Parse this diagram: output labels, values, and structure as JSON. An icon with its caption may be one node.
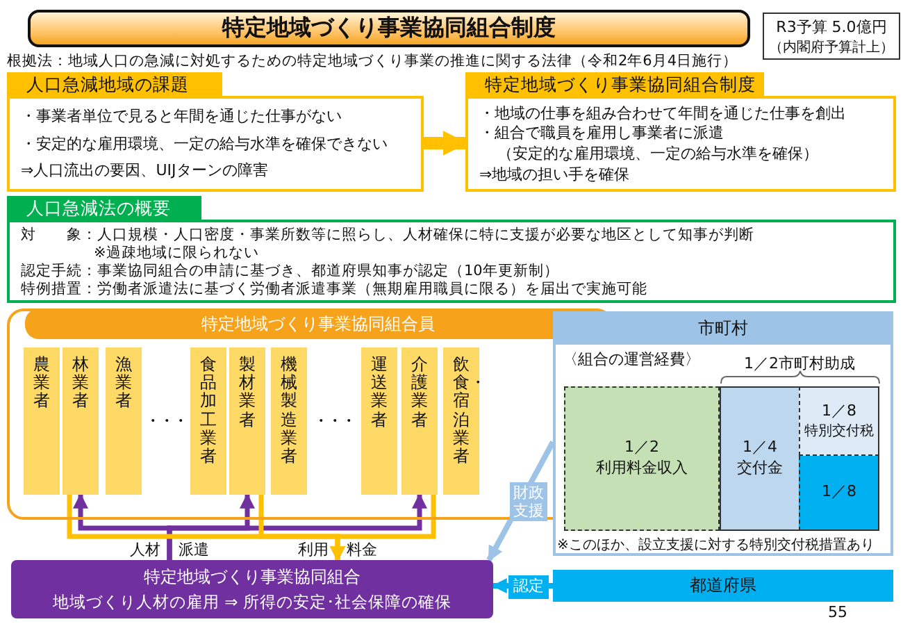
{
  "diagram": {
    "nodes": [
      {
        "text": [
          "特定地域づくり事業協同組合制度"
        ]
      },
      {
        "text": [
          "R3予算 5.0億円",
          "（内閣府予算計上）"
        ]
      },
      {
        "text": [
          "人口急減地域の課題",
          "・事業者単位で見ると年間を通じた仕事がない",
          "・安定的な雇用環境、一定の給与水準を確保できない",
          "⇒人口流出の要因、UIJターンの障害"
        ]
      },
      {
        "text": [
          "特定地域づくり事業協同組合制度",
          "・地域の仕事を組み合わせて年間を通じた仕事を創出",
          "・組合で職員を雇用し事業者に派遣",
          "（安定的な雇用環境、一定の給与水準を確保）",
          "⇒地域の担い手を確保"
        ]
      },
      {
        "text": [
          "人口急減法の概要",
          "対　　象：人口規模・人口密度・事業所数等に照らし、人材確保に特に支援が必要な地区として知事が判断",
          "※過疎地域に限られない",
          "認定手続：事業協同組合の申請に基づき、都道府県知事が認定（10年更新制）",
          "特例措置：労働者派遣法に基づく労働者派遣事業（無期雇用職員に限る）を届出で実施可能"
        ]
      },
      {
        "text": [
          "特定地域づくり事業協同組合員"
        ]
      },
      {
        "text": [
          "農業者"
        ],
        "in": 5
      },
      {
        "text": [
          "林業者"
        ],
        "in": 5
      },
      {
        "text": [
          "漁業者"
        ],
        "in": 5
      },
      {
        "text": [
          "食品加工業者"
        ],
        "in": 5
      },
      {
        "text": [
          "製材業者"
        ],
        "in": 5
      },
      {
        "text": [
          "機械製造業者"
        ],
        "in": 5
      },
      {
        "text": [
          "運送業者"
        ],
        "in": 5
      },
      {
        "text": [
          "介護業者"
        ],
        "in": 5
      },
      {
        "text": [
          "飲食・宿泊業者"
        ],
        "in": 5
      },
      {
        "text": [
          "特定地域づくり事業協同組合",
          "地域づくり人材の雇用 ⇒ 所得の安定･社会保障の確保"
        ]
      },
      {
        "text": [
          "市町村"
        ]
      },
      {
        "text": [
          "1／2",
          "利用料金収入"
        ],
        "in": 16
      },
      {
        "text": [
          "1／4",
          "交付金"
        ],
        "in": 16
      },
      {
        "text": [
          "1／8",
          "特別交付税"
        ],
        "in": 16
      },
      {
        "text": [
          "1／8"
        ],
        "in": 16
      },
      {
        "text": [
          "都道府県"
        ]
      }
    ],
    "edges": [
      {
        "from": 2,
        "to": 3,
        "arrow": "to",
        "style": "thick",
        "color": "#ffc000"
      },
      {
        "from": 15,
        "to": 7,
        "arrow": "to",
        "label": "人材 派遣",
        "color": "#7030a0"
      },
      {
        "from": 15,
        "to": 10,
        "arrow": "to",
        "color": "#7030a0"
      },
      {
        "from": 15,
        "to": 13,
        "arrow": "to",
        "color": "#7030a0"
      },
      {
        "from": 7,
        "to": 15,
        "arrow": "to",
        "label": "利用 料金",
        "color": "#ffc000"
      },
      {
        "from": 10,
        "to": 15,
        "arrow": "to",
        "color": "#ffc000"
      },
      {
        "from": 13,
        "to": 15,
        "arrow": "to",
        "color": "#ffc000"
      },
      {
        "from": 16,
        "to": 15,
        "arrow": "to",
        "label": "財政支援",
        "color": "#9dc3e6"
      },
      {
        "from": 21,
        "to": 15,
        "arrow": "to",
        "label": "認定",
        "color": "#00b0f0"
      }
    ],
    "labels": [
      "根拠法：地域人口の急減に対処するための特定地域づくり事業の推進に関する法律（令和2年6月4日施行）",
      "・・・",
      "・・・",
      "〈組合の運営経費〉",
      "1／2市町村助成",
      "※このほか、設立支援に対する特別交付税措置あり",
      "55"
    ]
  }
}
